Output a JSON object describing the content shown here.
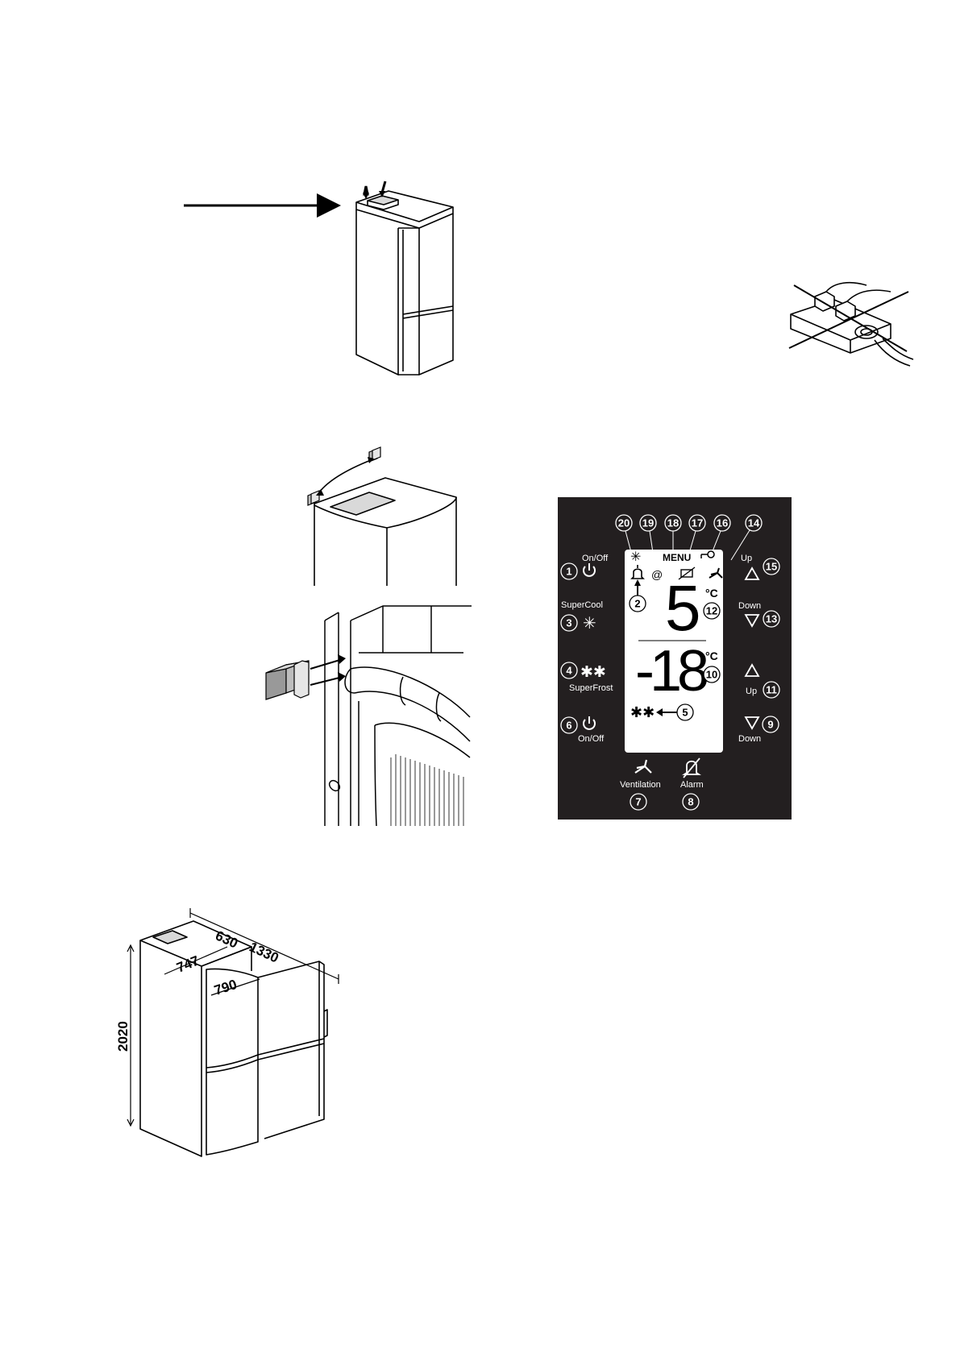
{
  "panel": {
    "colors": {
      "background": "#231f20",
      "lcd": "#ffffff",
      "ink": "#000000"
    },
    "menu_label": "MENU",
    "buttons": {
      "on_off_top": "On/Off",
      "supercool": "SuperCool",
      "superfrost": "SuperFrost",
      "on_off_bottom": "On/Off",
      "up_top": "Up",
      "down_top": "Down",
      "up_bottom": "Up",
      "down_bottom": "Down",
      "ventilation": "Ventilation",
      "alarm": "Alarm"
    },
    "display": {
      "fridge_temp": "5",
      "freezer_temp": "-18",
      "unit_top": "°C",
      "unit_bottom": "°C"
    },
    "callouts": {
      "c1": "1",
      "c2": "2",
      "c3": "3",
      "c4": "4",
      "c5": "5",
      "c6": "6",
      "c7": "7",
      "c8": "8",
      "c9": "9",
      "c10": "10",
      "c11": "11",
      "c12": "12",
      "c13": "13",
      "c14": "14",
      "c15": "15",
      "c16": "16",
      "c17": "17",
      "c18": "18",
      "c19": "19",
      "c20": "20"
    },
    "icons": [
      "power-icon",
      "snowflake-icon",
      "double-star-icon",
      "up-triangle-icon",
      "down-triangle-icon",
      "fan-icon",
      "alarm-off-icon",
      "bell-icon",
      "at-icon",
      "key-icon",
      "filter-icon"
    ]
  },
  "dimensions": {
    "height": "2020",
    "depth": "630",
    "width_open": "1330",
    "width": "747",
    "door_depth": "790"
  }
}
